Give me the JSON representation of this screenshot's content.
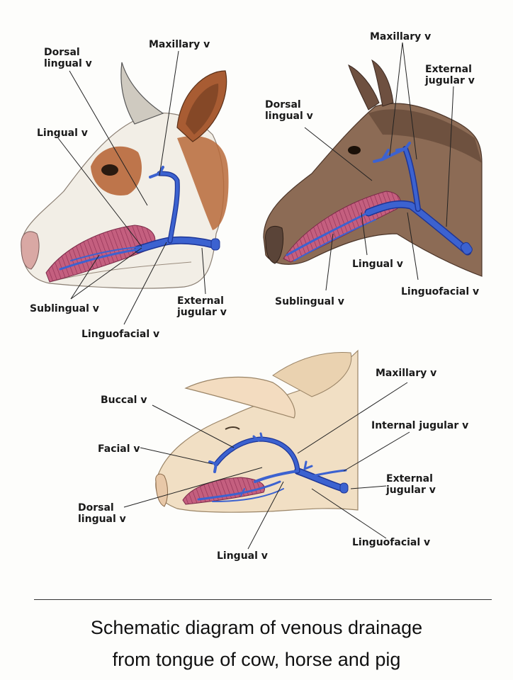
{
  "panels": {
    "cow": {
      "maxillary": "Maxillary v",
      "dorsal_lingual_1": "Dorsal",
      "dorsal_lingual_2": "lingual v",
      "lingual": "Lingual v",
      "sublingual": "Sublingual v",
      "linguofacial": "Linguofacial v",
      "external_jugular_1": "External",
      "external_jugular_2": "jugular v"
    },
    "horse": {
      "maxillary": "Maxillary v",
      "external_jugular_1": "External",
      "external_jugular_2": "jugular v",
      "dorsal_lingual_1": "Dorsal",
      "dorsal_lingual_2": "lingual v",
      "lingual": "Lingual v",
      "sublingual": "Sublingual v",
      "linguofacial": "Linguofacial v"
    },
    "pig": {
      "buccal": "Buccal v",
      "facial": "Facial v",
      "maxillary": "Maxillary v",
      "internal_jugular": "Internal jugular v",
      "external_jugular_1": "External",
      "external_jugular_2": "jugular v",
      "dorsal_lingual_1": "Dorsal",
      "dorsal_lingual_2": "lingual v",
      "linguofacial": "Linguofacial v",
      "lingual": "Lingual v"
    }
  },
  "caption": {
    "line1": "Schematic diagram of venous drainage",
    "line2": "from tongue of cow, horse and pig"
  },
  "colors": {
    "vein": "#3558c8",
    "vein_edge": "#1d3596",
    "tongue": "#c0607c",
    "cow_skin": "#f3efe8",
    "cow_patch": "#b8673a",
    "horse_coat": "#8a6a55",
    "pig_skin": "#f0dcc0"
  }
}
